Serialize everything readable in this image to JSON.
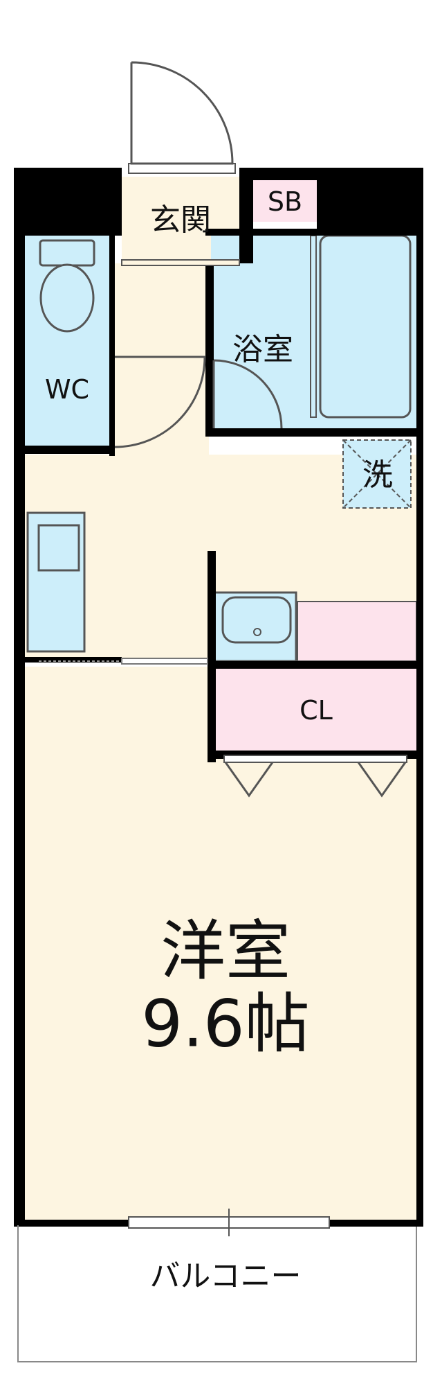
{
  "rooms": {
    "entrance": "玄関",
    "shoe_box": "SB",
    "bathroom": "浴室",
    "toilet": "WC",
    "washer": "洗",
    "closet": "CL",
    "western_room_name": "洋室",
    "western_room_size": "9.6帖",
    "balcony": "バルコニー"
  },
  "colors": {
    "wall": "#000000",
    "floor": "#fdf5e1",
    "wet_area": "#cdeefa",
    "closet": "#fde3ec",
    "balcony": "#ffffff"
  }
}
